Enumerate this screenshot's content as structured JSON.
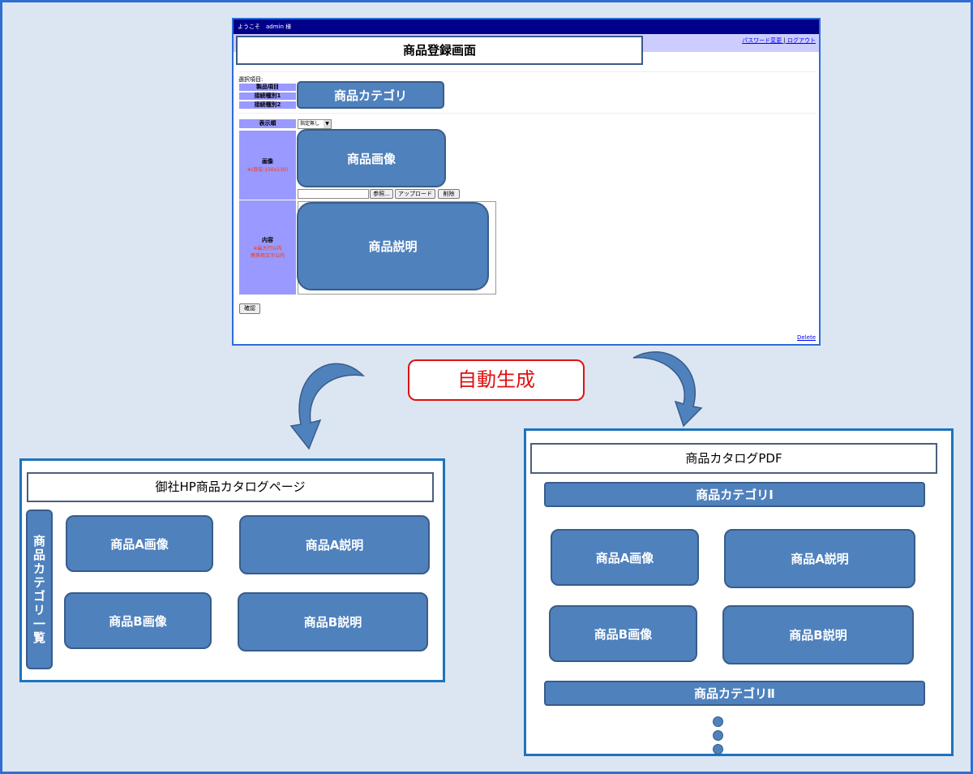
{
  "admin_screen": {
    "welcome": "ようこそ　admin 様",
    "links": [
      "パスワード変更",
      "ログアウト"
    ],
    "link_separator": "|",
    "title": "商品登録画面",
    "selected_items_label": "選択項目:",
    "rows": [
      "製品項目",
      "接続種別1",
      "接続種別2"
    ],
    "category_box": "商品カテゴリ",
    "sort_label": "表示順",
    "sort_value": "指定無し",
    "image_label": "画像",
    "image_note": "※(目安:150x110)",
    "image_box": "商品画像",
    "buttons": [
      "参照...",
      "アップロード",
      "削除"
    ],
    "content_label": "内容",
    "content_note_1": "※最大行以内",
    "content_note_2": "携帯用文字以内",
    "description_box": "商品説明",
    "confirm_button": "確認",
    "delete_link": "Delete"
  },
  "auto_generate": "自動生成",
  "hp_catalog": {
    "title": "御社HP商品カタログページ",
    "category_list": "商品カテゴリ一覧",
    "items": [
      "商品A画像",
      "商品A説明",
      "商品B画像",
      "商品B説明"
    ]
  },
  "pdf_catalog": {
    "title": "商品カタログPDF",
    "category_1": "商品カテゴリⅠ",
    "category_2": "商品カテゴリⅡ",
    "items": [
      "商品A画像",
      "商品A説明",
      "商品B画像",
      "商品B説明"
    ]
  },
  "colors": {
    "box_fill": "#4f81bd",
    "box_border": "#385d8a",
    "panel_border": "#1e73be",
    "background": "#dce6f2",
    "accent_red": "#e01010"
  }
}
